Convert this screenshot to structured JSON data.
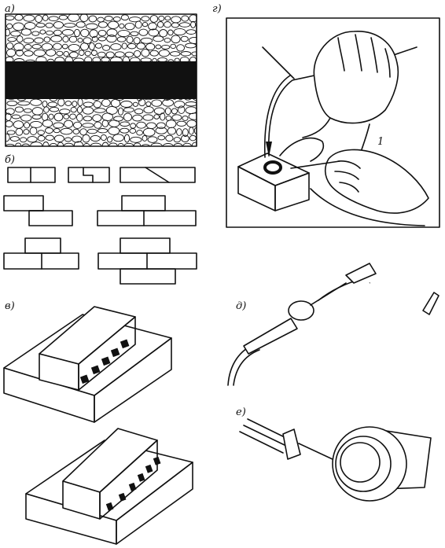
{
  "panels": [
    {
      "id": "a",
      "label": "а)"
    },
    {
      "id": "b",
      "label": "б)"
    },
    {
      "id": "v",
      "label": "в)"
    },
    {
      "id": "g",
      "label": "г)"
    },
    {
      "id": "d",
      "label": "д)"
    },
    {
      "id": "e",
      "label": "е)"
    }
  ],
  "annotations": {
    "g_callout": "1"
  }
}
